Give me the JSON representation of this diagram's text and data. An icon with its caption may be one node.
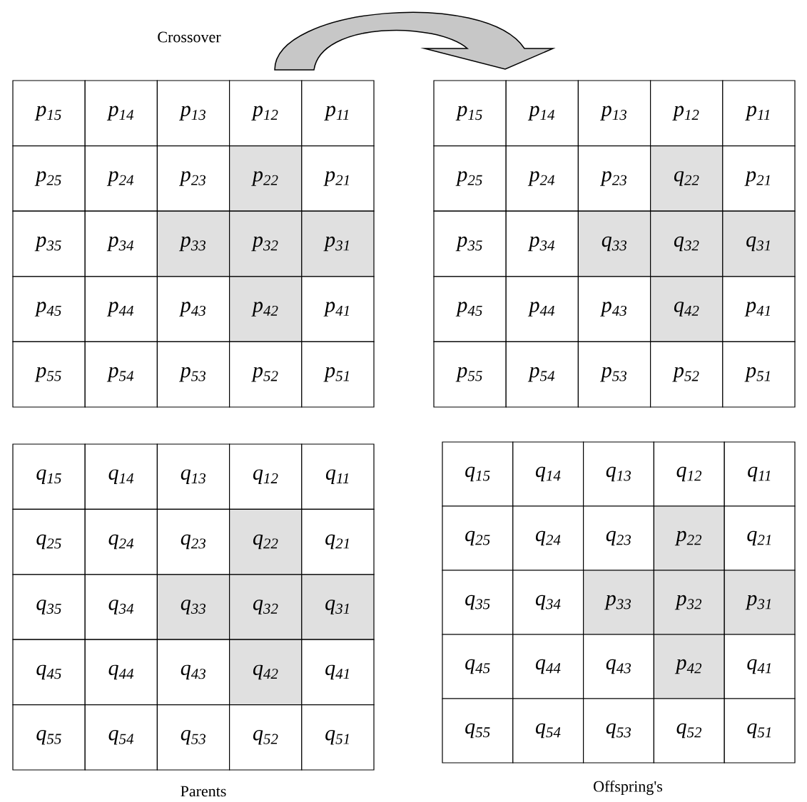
{
  "diagram": {
    "labels": [
      "Crossover",
      "p$_{15}$",
      "p$_{14}$",
      "p$_{13}$",
      "p$_{12}$",
      "p$_{11}$",
      "p$_{25}$",
      "p$_{24}$",
      "p$_{23}$",
      "p$_{22}$",
      "p$_{21}$",
      "p$_{35}$",
      "p$_{34}$",
      "p$_{33}$",
      "p$_{32}$",
      "p$_{31}$",
      "p$_{45}$",
      "p$_{44}$",
      "p$_{43}$",
      "p$_{42}$",
      "p$_{41}$",
      "p$_{55}$",
      "p$_{54}$",
      "p$_{53}$",
      "p$_{52}$",
      "p$_{51}$",
      "p$_{15}$",
      "p$_{14}$",
      "p$_{13}$",
      "p$_{12}$",
      "p$_{11}$",
      "p$_{25}$",
      "p$_{24}$",
      "p$_{23}$",
      "q$_{22}$",
      "p$_{21}$",
      "p$_{35}$",
      "p$_{34}$",
      "q$_{33}$",
      "q$_{32}$",
      "q$_{31}$",
      "p$_{45}$",
      "p$_{44}$",
      "p$_{43}$",
      "q$_{42}$",
      "p$_{41}$",
      "p$_{55}$",
      "p$_{54}$",
      "p$_{53}$",
      "p$_{52}$",
      "p$_{51}$",
      "q$_{15}$",
      "q$_{14}$",
      "q$_{13}$",
      "q$_{12}$",
      "q$_{11}$",
      "q$_{25}$",
      "q$_{24}$",
      "q$_{23}$",
      "q$_{22}$",
      "q$_{21}$",
      "q$_{35}$",
      "q$_{34}$",
      "q$_{33}$",
      "q$_{32}$",
      "q$_{31}$",
      "q$_{45}$",
      "q$_{44}$",
      "q$_{43}$",
      "q$_{42}$",
      "q$_{41}$",
      "q$_{55}$",
      "q$_{54}$",
      "q$_{53}$",
      "q$_{52}$",
      "q$_{51}$",
      "q$_{15}$",
      "q$_{14}$",
      "q$_{13}$",
      "q$_{12}$",
      "q$_{11}$",
      "q$_{25}$",
      "q$_{24}$",
      "q$_{23}$",
      "p$_{22}$",
      "q$_{21}$",
      "q$_{35}$",
      "q$_{34}$",
      "p$_{33}$",
      "p$_{32}$",
      "p$_{31}$",
      "q$_{45}$",
      "q$_{44}$",
      "q$_{43}$",
      "p$_{42}$",
      "q$_{41}$",
      "q$_{55}$",
      "q$_{54}$",
      "q$_{53}$",
      "q$_{52}$",
      "q$_{51}$",
      "Parents",
      "Offspring's"
    ]
  }
}
